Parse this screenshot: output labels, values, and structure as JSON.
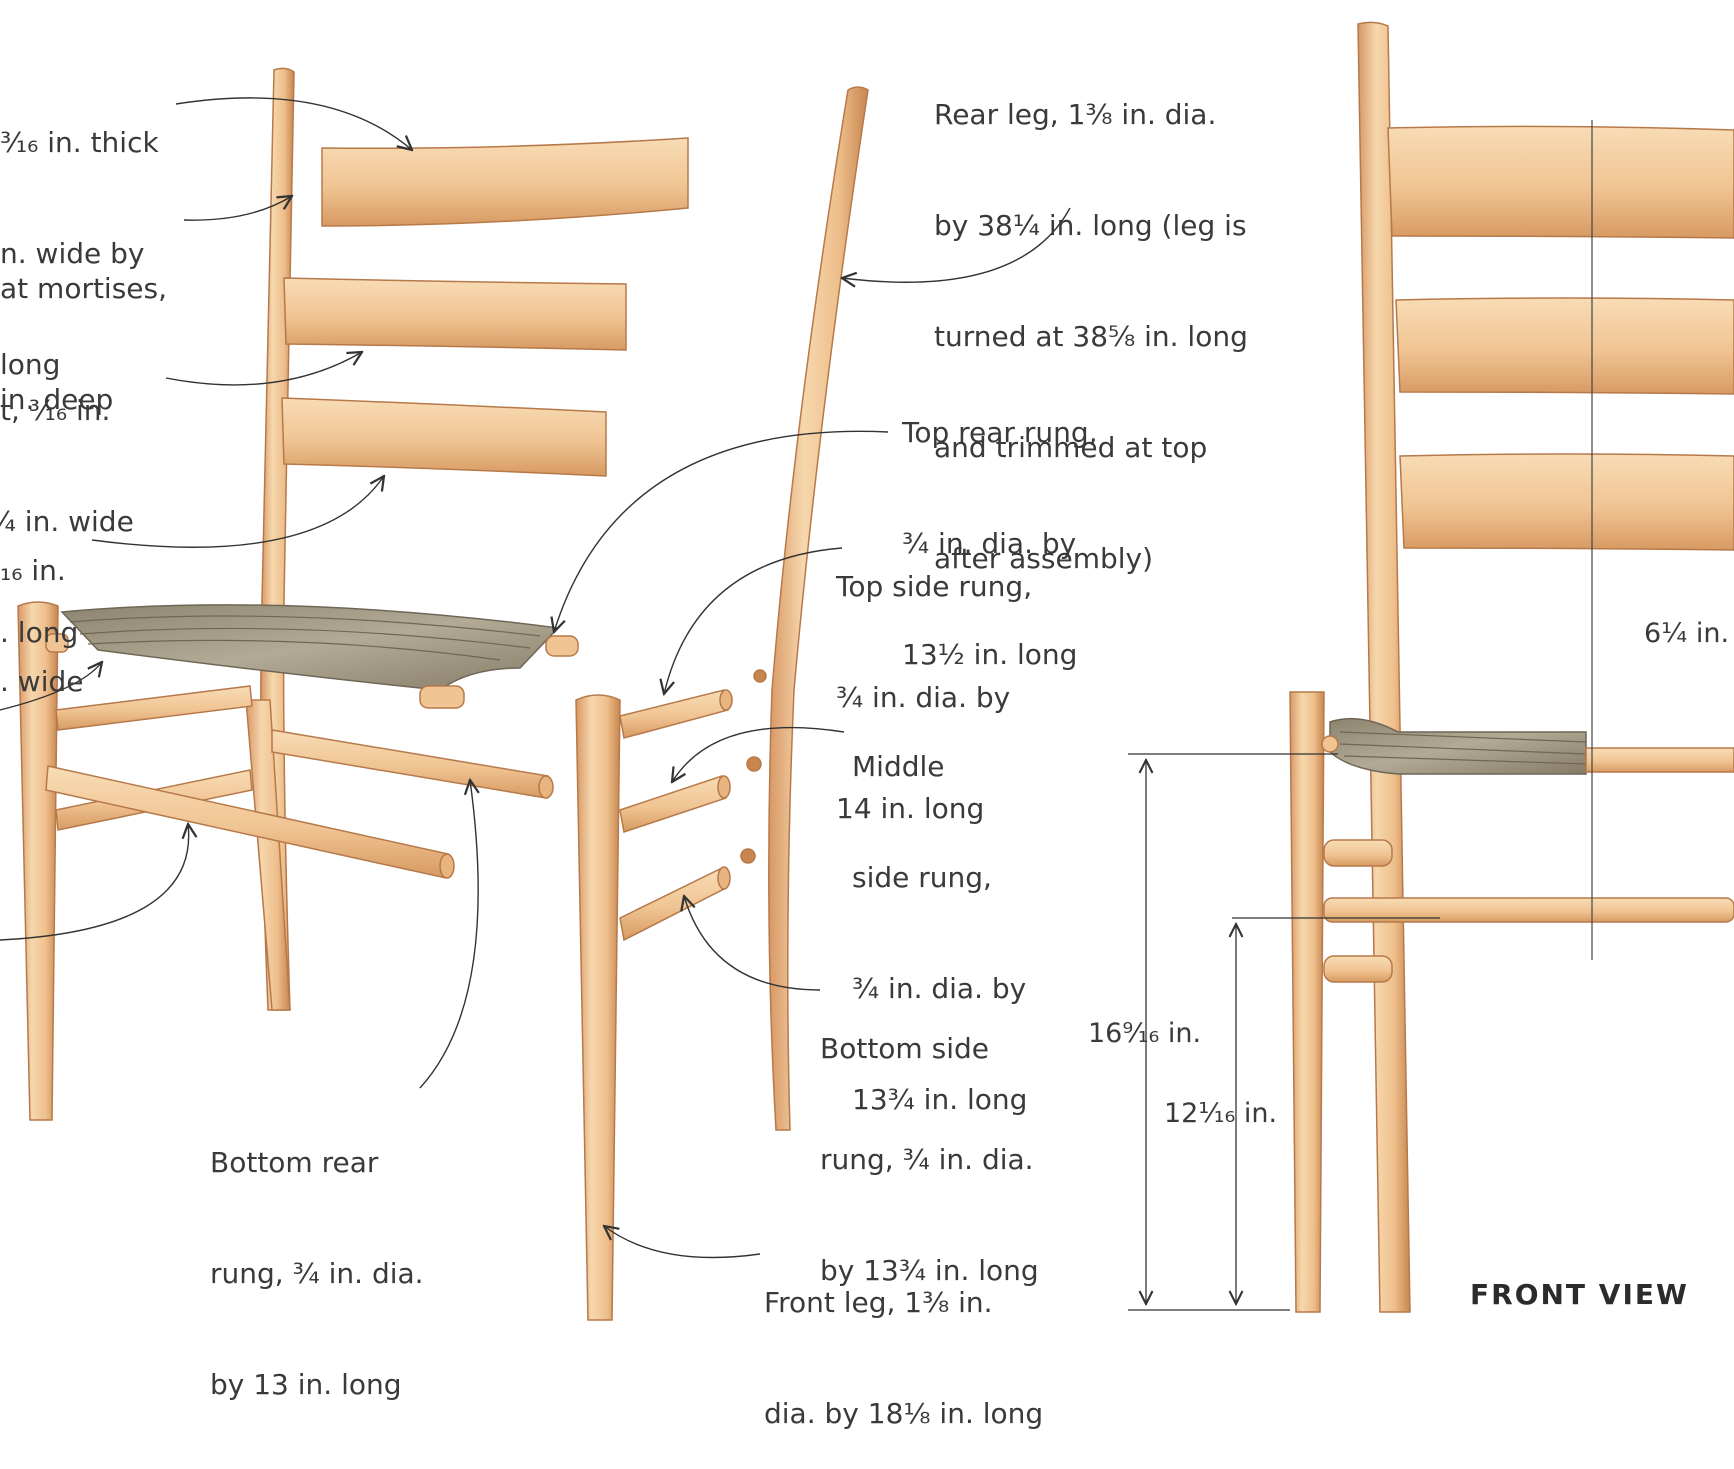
{
  "labels": {
    "back_slat_top": [
      "³⁄₁₆ in. thick",
      "n. wide by",
      "long"
    ],
    "slat_mortises": [
      "at mortises,",
      "in. deep"
    ],
    "middle_slat": [
      "t, ³⁄₁₆ in.",
      "⁄₄ in. wide",
      ". long"
    ],
    "bottom_slat": [
      "₁₆ in.",
      ". wide"
    ],
    "rear_leg": [
      "Rear leg, 1³⁄₈ in. dia.",
      "by 38¹⁄₄ in. long (leg is",
      "turned at 38⁵⁄₈ in. long",
      "and trimmed at top",
      "after assembly)"
    ],
    "top_rear_rung": [
      "Top rear rung,",
      "¾ in. dia. by",
      "13½ in. long"
    ],
    "top_side_rung": [
      "Top side rung,",
      "¾ in. dia. by",
      "14 in. long"
    ],
    "middle_side_rung": [
      "Middle",
      "side rung,",
      "¾ in. dia. by",
      "13¾ in. long"
    ],
    "bottom_side_rung": [
      "Bottom side",
      "rung, ¾ in. dia.",
      "by 13¾ in. long"
    ],
    "bottom_rear_rung": [
      "Bottom rear",
      "rung, ¾ in. dia.",
      "by 13 in. long"
    ],
    "front_leg": [
      "Front leg, 1³⁄₈ in.",
      "dia. by 18⅛ in. long"
    ]
  },
  "dimensions": {
    "seat_height": "16⁹⁄₁₆ in.",
    "lower_rung_height": "12¹⁄₁₆ in.",
    "slat_spacing": "6¼ in."
  },
  "view_title": "FRONT VIEW",
  "colors": {
    "wood_light": "#f4d2a4",
    "wood_mid": "#e8b47f",
    "wood_edge": "#b7794a",
    "seat": "#9a8f78",
    "line": "#333333"
  }
}
